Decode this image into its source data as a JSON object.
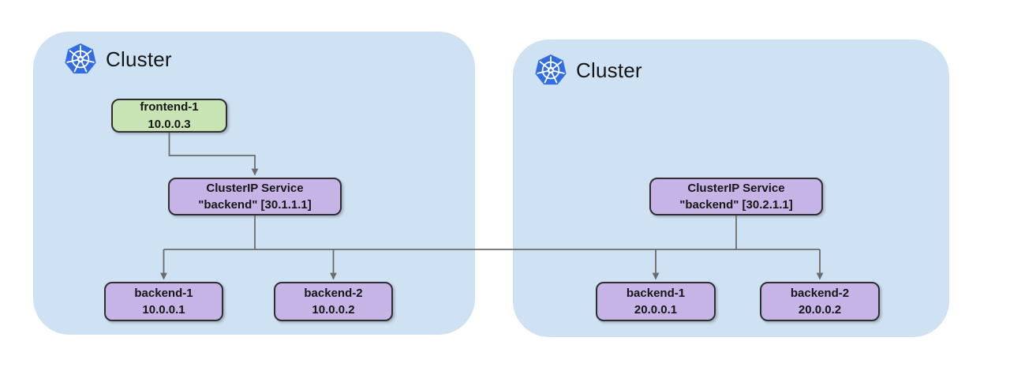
{
  "colors": {
    "page_bg": "#ffffff",
    "cluster_fill": "#cfe2f3",
    "k8s_blue": "#326ce5",
    "frontend_fill": "#c9e4b4",
    "service_fill": "#c6b4e6",
    "border": "#2f2f2f",
    "connector": "#6b6b6b",
    "text": "#161616"
  },
  "icons": {
    "kubernetes": "kubernetes-helm-wheel-icon"
  },
  "clusters": [
    {
      "label": "Cluster",
      "frontend": {
        "name": "frontend-1",
        "ip": "10.0.0.3"
      },
      "service": {
        "title": "ClusterIP Service",
        "detail": "\"backend\" [30.1.1.1]"
      },
      "backends": [
        {
          "name": "backend-1",
          "ip": "10.0.0.1"
        },
        {
          "name": "backend-2",
          "ip": "10.0.0.2"
        }
      ]
    },
    {
      "label": "Cluster",
      "service": {
        "title": "ClusterIP Service",
        "detail": "\"backend\" [30.2.1.1]"
      },
      "backends": [
        {
          "name": "backend-1",
          "ip": "20.0.0.1"
        },
        {
          "name": "backend-2",
          "ip": "20.0.0.2"
        }
      ]
    }
  ]
}
